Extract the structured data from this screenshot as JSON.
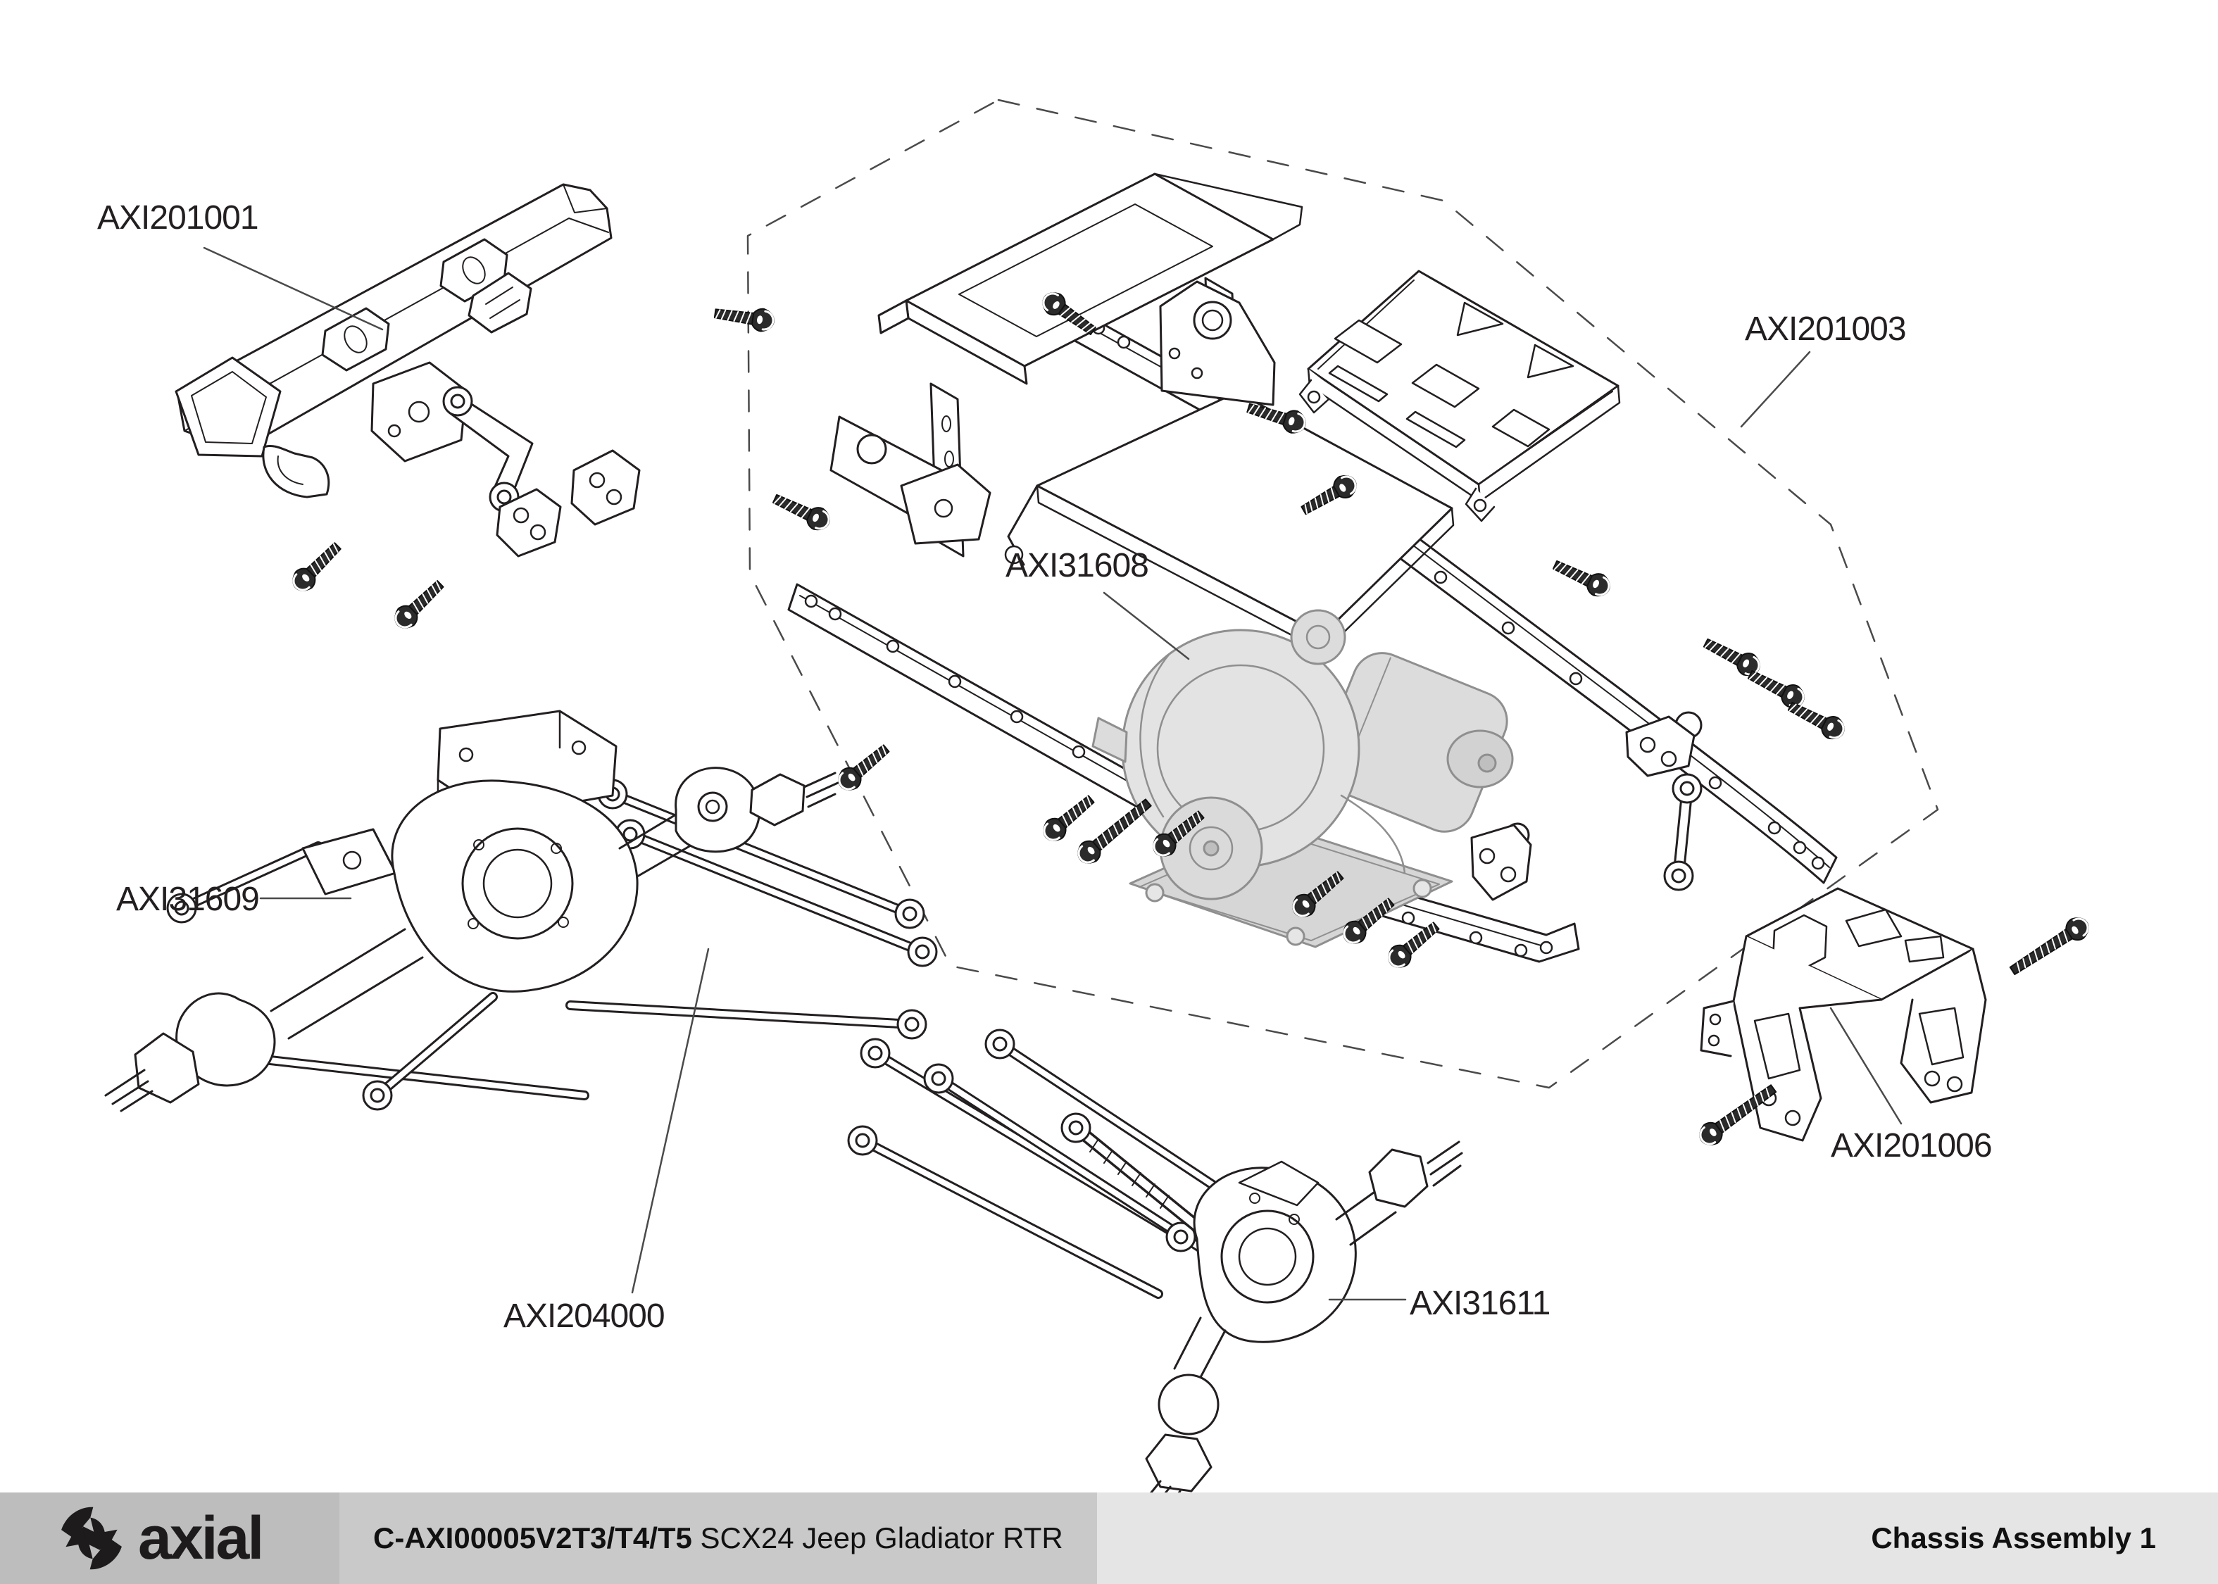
{
  "document": {
    "kind": "exploded-parts-diagram",
    "labels": {
      "axi201001": "AXI201001",
      "axi201003": "AXI201003",
      "axi31608": "AXI31608",
      "axi31609": "AXI31609",
      "axi204000": "AXI204000",
      "axi31611": "AXI31611",
      "axi201006": "AXI201006"
    },
    "colors": {
      "line": "#231f20",
      "gray_part_line": "#8f8f8f",
      "gray_part_fill": "#dedede",
      "dashed_boundary": "#4a4a4a",
      "footer_left_bg": "#bdbdbd",
      "footer_mid_bg": "#c9c9c9",
      "footer_right_bg": "#e5e5e5"
    }
  },
  "footer": {
    "logo_text": "axial",
    "doc_code": "C-AXI00005V2T3/T4/T5",
    "doc_title": " SCX24 Jeep Gladiator RTR",
    "sheet_title": "Chassis Assembly 1"
  }
}
